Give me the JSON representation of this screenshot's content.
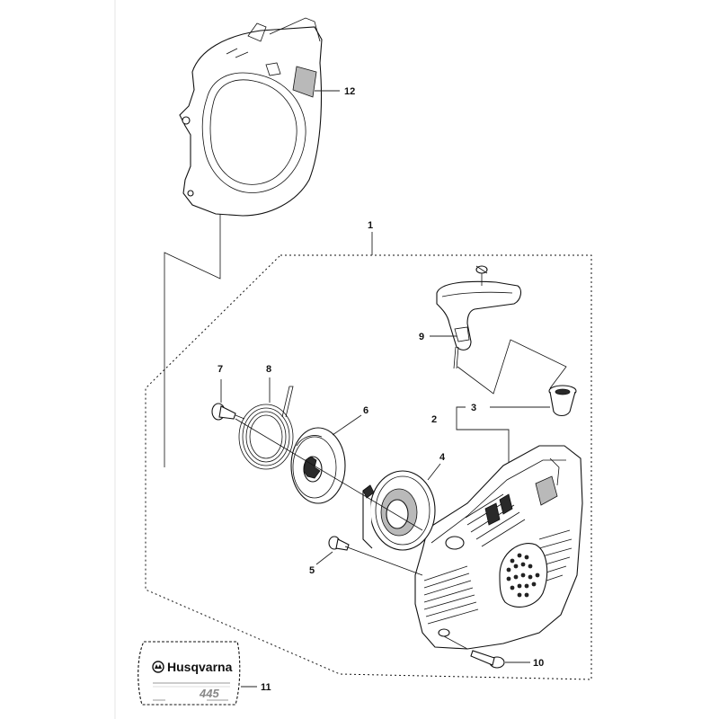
{
  "callouts": {
    "c1": "1",
    "c2": "2",
    "c3": "3",
    "c4": "4",
    "c5": "5",
    "c6": "6",
    "c7": "7",
    "c8": "8",
    "c9": "9",
    "c10": "10",
    "c11": "11",
    "c12": "12"
  },
  "decal": {
    "brand": "Husqvarna",
    "model": "445"
  }
}
